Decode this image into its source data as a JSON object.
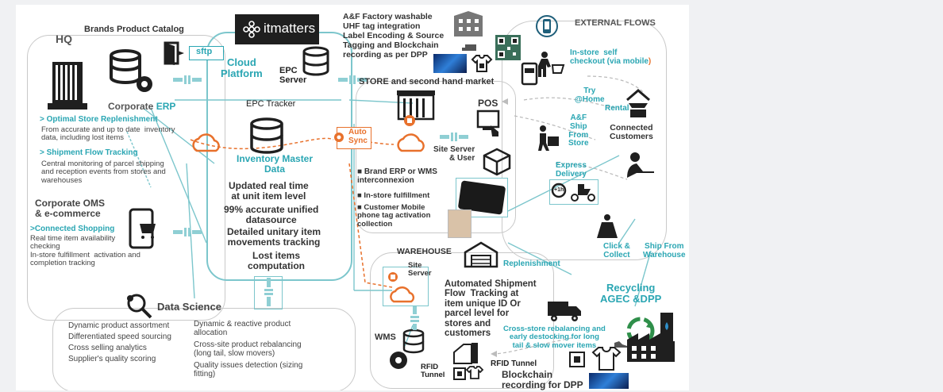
{
  "header": {
    "hq": "HQ",
    "brands_catalog": "Brands Product Catalog",
    "logo_text": "itmatters",
    "sftp": "sftp",
    "cloud_platform": "Cloud\nPlatform",
    "epc_server": "EPC\nServer",
    "external_flows": "EXTERNAL  FLOWS"
  },
  "factory": {
    "lines": [
      "A&F Factory washable",
      "UHF tag integration",
      "Label Encoding & Source",
      "Tagging and Blockchain",
      "recording as per DPP"
    ]
  },
  "store": {
    "title": "STORE and  second hand market",
    "pos": "POS",
    "site_server_user": "Site Server\n& User",
    "features": [
      "Brand ERP or WMS\ninterconnexion",
      "In-store fulfillment",
      "Customer Mobile\nphone tag activation\ncollection"
    ]
  },
  "hq_left": {
    "corporate_erp": "Corporate ",
    "erp": "ERP",
    "optimal": "> Optimal Store Replenishment",
    "optimal_desc": "From accurate and up to date  inventory\ndata, including lost items",
    "shipment": "> Shipment Flow Tracking",
    "shipment_desc": "Central monitoring of parcel shipping\nand reception events from stores and\nwarehouses",
    "oms": "Corporate OMS\n& e-commerce",
    "connected": ">Connected Shopping",
    "connected_desc": "Real time item availability\nchecking\nIn-store fulfillment  activation and\ncompletion tracking"
  },
  "cloud": {
    "epc_tracker": "EPC Tracker",
    "auto_sync": "Auto\nSync",
    "inventory_master": "Inventory Master\nData",
    "updated": "Updated real time\nat unit item level",
    "accurate": "99% accurate unified\ndatasource",
    "detailed": "Detailed unitary item\nmovements tracking",
    "lost": "Lost items\ncomputation"
  },
  "data_science": {
    "title": "Data Science",
    "col1": [
      "Dynamic product assortment",
      "Differentiated speed sourcing",
      "Cross selling analytics",
      "Supplier's quality scoring"
    ],
    "col2": [
      "Dynamic & reactive product\nallocation",
      "Cross-site product rebalancing\n(long tail, slow movers)",
      "Quality issues detection (sizing\nfitting)"
    ]
  },
  "warehouse": {
    "title": "WAREHOUSE",
    "site_server": "Site\nServer",
    "replenishment": "Replenishment",
    "automated": "Automated Shipment\nFlow  Tracking at\nitem unique ID Or\nparcel level for\nstores and\ncustomers",
    "wms": "WMS",
    "rfid_tunnel_1": "RFID\nTunnel",
    "rfid_tunnel_2": "RFID  Tunnel",
    "blockchain": "Blockchain\nrecording for DPP"
  },
  "external": {
    "self_checkout": "In-store  self\ncheckout (via mobile",
    "self_checkout_paren": ")",
    "try_home": "Try\n@Home",
    "rental": "Rental",
    "af_ship": "A&F\nShip\nFrom\nStore",
    "connected_customers": "Connected\nCustomers",
    "express": "Express\nDelivery",
    "click_collect": "Click &\nCollect",
    "ship_wh": "Ship From\nWarehouse",
    "recycling": "Recycling\nAGEC &DPP",
    "cross_store": "Cross-store rebalancing and\nearly destocking for long\ntail & slow mover items",
    "badge_1h": "+1h"
  },
  "colors": {
    "teal": "#2aa6b3",
    "teal_box": "#7cc6cc",
    "orange": "#e8712c",
    "dark": "#1f1f1f",
    "recycle_green": "#2f8f4a"
  },
  "icons": [
    "building-icon",
    "database-gear-icon",
    "door-exit-icon",
    "cloud-icon",
    "database-icon",
    "store-icon",
    "pos-terminal-icon",
    "mobile-cart-icon",
    "magnifier-gear-icon",
    "warehouse-icon",
    "truck-icon",
    "factory-icon",
    "recycle-icon",
    "qr-code-icon",
    "tshirt-tag-icon",
    "delivery-scooter-icon",
    "mobile-payment-icon",
    "shopper-icon",
    "handshake-house-icon",
    "courier-icon",
    "laptop-user-icon",
    "shopping-bags-icon"
  ]
}
